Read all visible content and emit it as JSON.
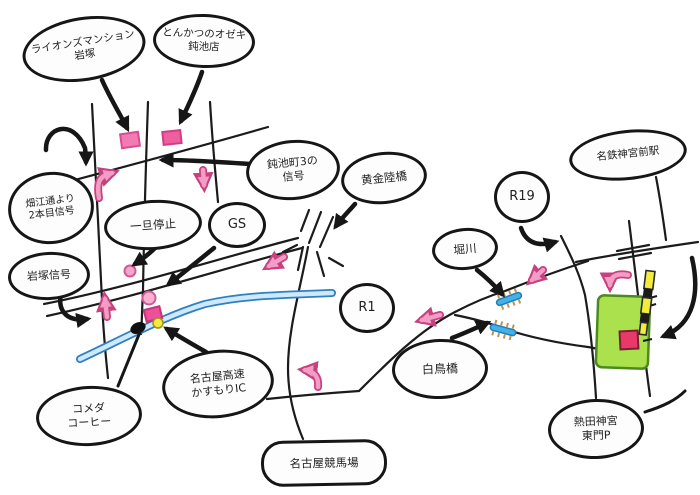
{
  "bubbles": {
    "lions_mansion": "ライオンズマンション\n岩塚",
    "tonkatsu_ozeki": "とんかつのオゼキ\n鈍池店",
    "donike_signal": "鈍池町3の\n信号",
    "hatae_signal": "畑江通より\n2本目信号",
    "iwatsuka_signal": "岩塚信号",
    "stop_sign": "一旦停止",
    "gas_station": "GS",
    "kogane_overpass": "黄金陸橋",
    "komeda_coffee": "コメダ\nコーヒー",
    "expressway_ic": "名古屋高速\nかすもりIC",
    "route_1": "R1",
    "shiratori_bridge": "白鳥橋",
    "horikawa_river": "堀川",
    "route_19": "R19",
    "jingumae_station": "名鉄神宮前駅",
    "atsuta_east_gate": "熱田神宮\n東門P",
    "racecourse": "名古屋競馬場"
  },
  "colors": {
    "ink": "#161616",
    "route_arrow_pink": "#f29cc6",
    "route_arrow_outline": "#c7417e",
    "building_pink": "#ee5f9f",
    "expressway_blue": "#2f7fc1",
    "expressway_blue_light": "#cde9fb",
    "shrine_green": "#abe14d",
    "station_yellow": "#f3ec3f",
    "gate_red": "#e83a68",
    "bridge_tan": "#c2914f",
    "paper": "#ffffff"
  }
}
